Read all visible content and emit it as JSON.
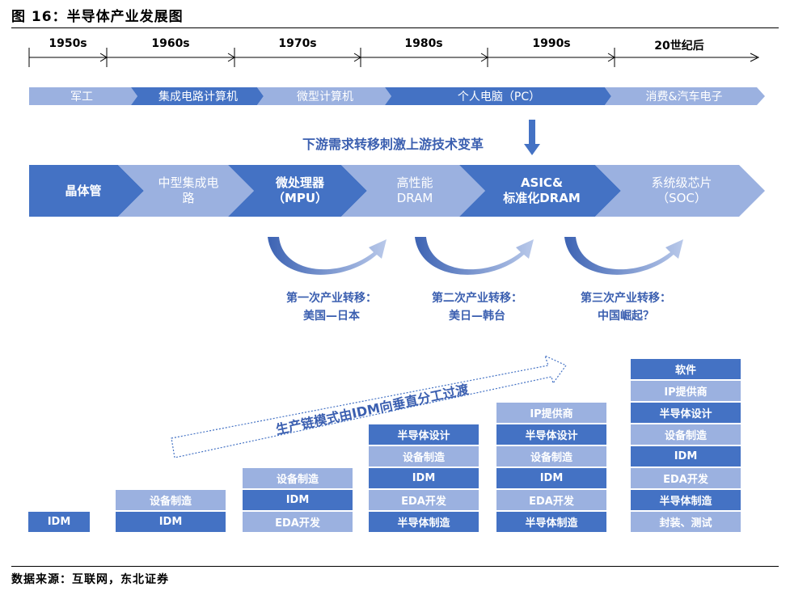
{
  "title": "图 16：半导体产业发展图",
  "source": "数据来源：互联网，东北证券",
  "colors": {
    "dark": "#4472c4",
    "light": "#9bb1e0",
    "accent_text": "#3b5fb0"
  },
  "timeline": {
    "eras": [
      "1950s",
      "1960s",
      "1970s",
      "1980s",
      "1990s",
      "20世纪后"
    ]
  },
  "applications": [
    {
      "label": "军工",
      "tone": "light"
    },
    {
      "label": "集成电路计算机",
      "tone": "dark"
    },
    {
      "label": "微型计算机",
      "tone": "light"
    },
    {
      "label": "个人电脑（PC）",
      "tone": "dark"
    },
    {
      "label": "消费&汽车电子",
      "tone": "light"
    }
  ],
  "driver_label": "下游需求转移刺激上游技术变革",
  "stages": [
    {
      "label": "晶体管",
      "tone": "dark"
    },
    {
      "label": "中型集成电\n路",
      "tone": "light"
    },
    {
      "label": "微处理器\n（MPU）",
      "tone": "dark"
    },
    {
      "label": "高性能\nDRAM",
      "tone": "light"
    },
    {
      "label": "ASIC&\n标准化DRAM",
      "tone": "dark"
    },
    {
      "label": "系统级芯片\n（SOC）",
      "tone": "light"
    }
  ],
  "transfers": [
    {
      "line1": "第一次产业转移：",
      "line2": "美国—日本"
    },
    {
      "line1": "第二次产业转移：",
      "line2": "美日—韩台"
    },
    {
      "line1": "第三次产业转移：",
      "line2": "中国崛起？"
    }
  ],
  "mode_arrow_label": "生产链模式由IDM向垂直分工过渡",
  "stacks": [
    [
      {
        "label": "IDM",
        "tone": "dark"
      }
    ],
    [
      {
        "label": "设备制造",
        "tone": "light"
      },
      {
        "label": "IDM",
        "tone": "dark"
      }
    ],
    [
      {
        "label": "设备制造",
        "tone": "light"
      },
      {
        "label": "IDM",
        "tone": "dark"
      },
      {
        "label": "EDA开发",
        "tone": "light"
      }
    ],
    [
      {
        "label": "半导体设计",
        "tone": "dark"
      },
      {
        "label": "设备制造",
        "tone": "light"
      },
      {
        "label": "IDM",
        "tone": "dark"
      },
      {
        "label": "EDA开发",
        "tone": "light"
      },
      {
        "label": "半导体制造",
        "tone": "dark"
      }
    ],
    [
      {
        "label": "IP提供商",
        "tone": "light"
      },
      {
        "label": "半导体设计",
        "tone": "dark"
      },
      {
        "label": "设备制造",
        "tone": "light"
      },
      {
        "label": "IDM",
        "tone": "dark"
      },
      {
        "label": "EDA开发",
        "tone": "light"
      },
      {
        "label": "半导体制造",
        "tone": "dark"
      }
    ],
    [
      {
        "label": "软件",
        "tone": "dark"
      },
      {
        "label": "IP提供商",
        "tone": "light"
      },
      {
        "label": "半导体设计",
        "tone": "dark"
      },
      {
        "label": "设备制造",
        "tone": "light"
      },
      {
        "label": "IDM",
        "tone": "dark"
      },
      {
        "label": "EDA开发",
        "tone": "light"
      },
      {
        "label": "半导体制造",
        "tone": "dark"
      },
      {
        "label": "封装、测试",
        "tone": "light"
      }
    ]
  ]
}
